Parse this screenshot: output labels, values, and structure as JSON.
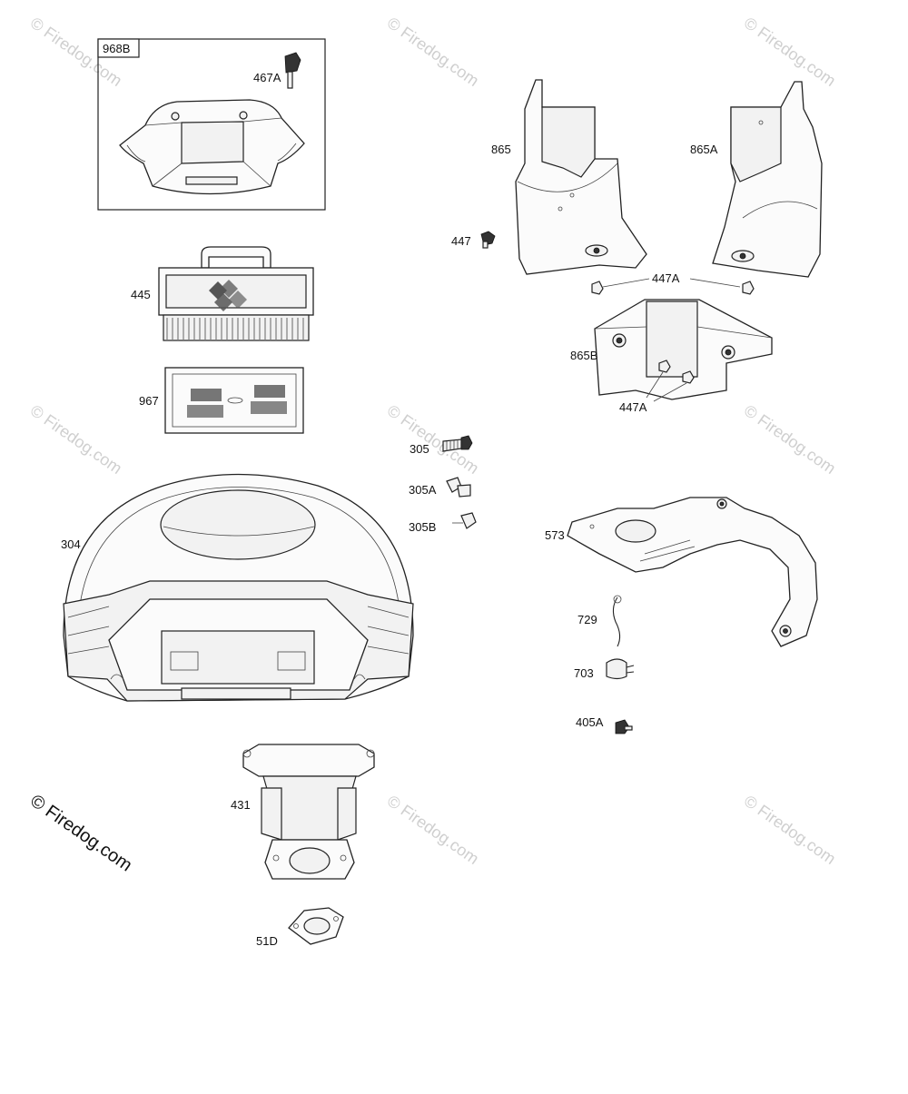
{
  "watermarks": {
    "small": "© Firedog.com",
    "large": "© Firedog.com"
  },
  "callouts": {
    "p968B": "968B",
    "p467A": "467A",
    "p445": "445",
    "p967": "967",
    "p304": "304",
    "p431": "431",
    "p51D": "51D",
    "p865": "865",
    "p865A": "865A",
    "p447": "447",
    "p447A_top": "447A",
    "p865B": "865B",
    "p447A_bottom": "447A",
    "p305": "305",
    "p305A": "305A",
    "p305B": "305B",
    "p573": "573",
    "p729": "729",
    "p703": "703",
    "p405A": "405A"
  },
  "colors": {
    "line": "#222222",
    "watermark": "#cfcfcf",
    "background": "#ffffff"
  }
}
